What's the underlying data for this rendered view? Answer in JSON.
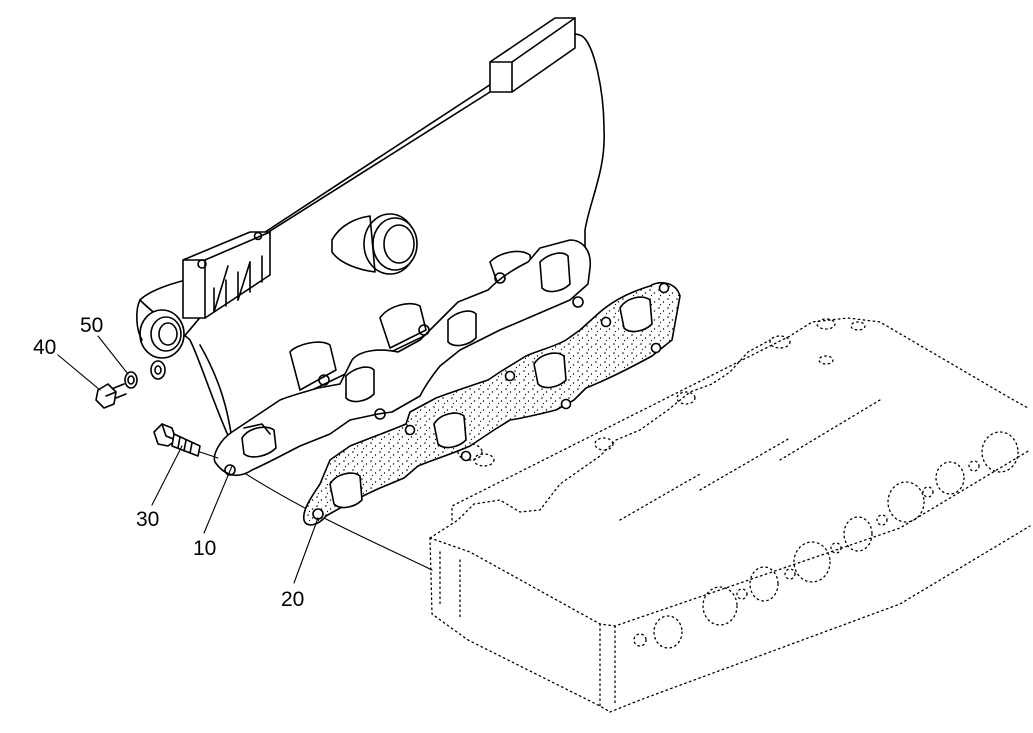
{
  "diagram": {
    "callouts": [
      {
        "id": "40",
        "label": "40"
      },
      {
        "id": "50",
        "label": "50"
      },
      {
        "id": "30",
        "label": "30"
      },
      {
        "id": "10",
        "label": "10"
      },
      {
        "id": "20",
        "label": "20"
      }
    ],
    "colors": {
      "ink": "#000000",
      "paper": "#ffffff"
    }
  }
}
